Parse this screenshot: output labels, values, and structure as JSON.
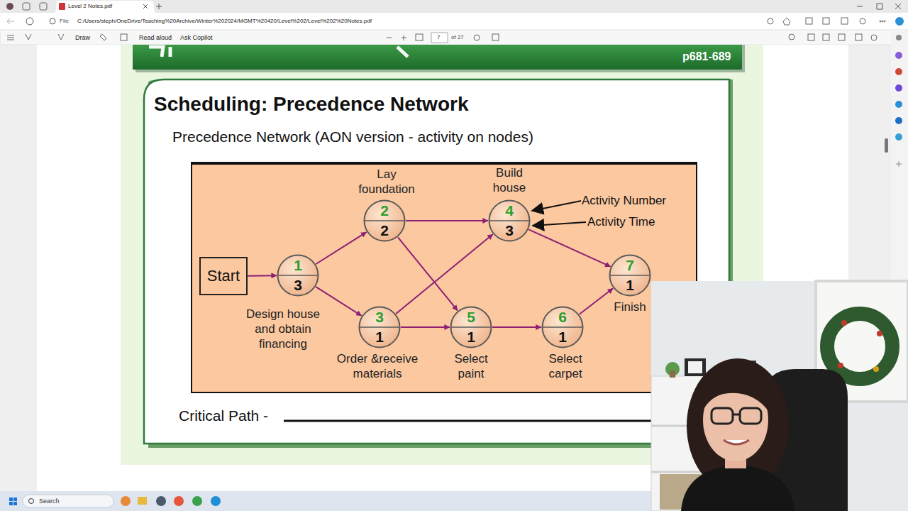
{
  "diagram": {
    "title": "Scheduling: Precedence Network",
    "nodes": [
      {
        "text": [
          "Start"
        ]
      },
      {
        "text": [
          "Design house and obtain financing",
          "1",
          "3"
        ]
      },
      {
        "text": [
          "Lay foundation",
          "2",
          "2"
        ]
      },
      {
        "text": [
          "Order &receive materials",
          "3",
          "1"
        ]
      },
      {
        "text": [
          "Build house",
          "4",
          "3"
        ]
      },
      {
        "text": [
          "Select paint",
          "5",
          "1"
        ]
      },
      {
        "text": [
          "Select carpet",
          "6",
          "1"
        ]
      },
      {
        "text": [
          "Finish",
          "7",
          "1"
        ]
      }
    ],
    "edges": [
      {
        "from": 0,
        "to": 1,
        "arrow": "to"
      },
      {
        "from": 1,
        "to": 2,
        "arrow": "to"
      },
      {
        "from": 1,
        "to": 3,
        "arrow": "to"
      },
      {
        "from": 2,
        "to": 4,
        "arrow": "to"
      },
      {
        "from": 2,
        "to": 5,
        "arrow": "to"
      },
      {
        "from": 3,
        "to": 4,
        "arrow": "to"
      },
      {
        "from": 3,
        "to": 5,
        "arrow": "to"
      },
      {
        "from": 4,
        "to": 7,
        "arrow": "to"
      },
      {
        "from": 5,
        "to": 6,
        "arrow": "to"
      },
      {
        "from": 6,
        "to": 7,
        "arrow": "to"
      }
    ],
    "labels": [
      "Level 2 Notes.pdf",
      "File",
      "C:/Users/steph/OneDrive/Teaching%20Archive/Winter%202024/MGMT%20420/Level%202/Level%202%20Notes.pdf",
      "Draw",
      "Read aloud",
      "Ask Copilot",
      "7",
      "of 27",
      "p681-689",
      "Precedence Network (AON version - activity on nodes)",
      "Activity Number",
      "Activity Time",
      "Critical Path -",
      "Search"
    ]
  }
}
